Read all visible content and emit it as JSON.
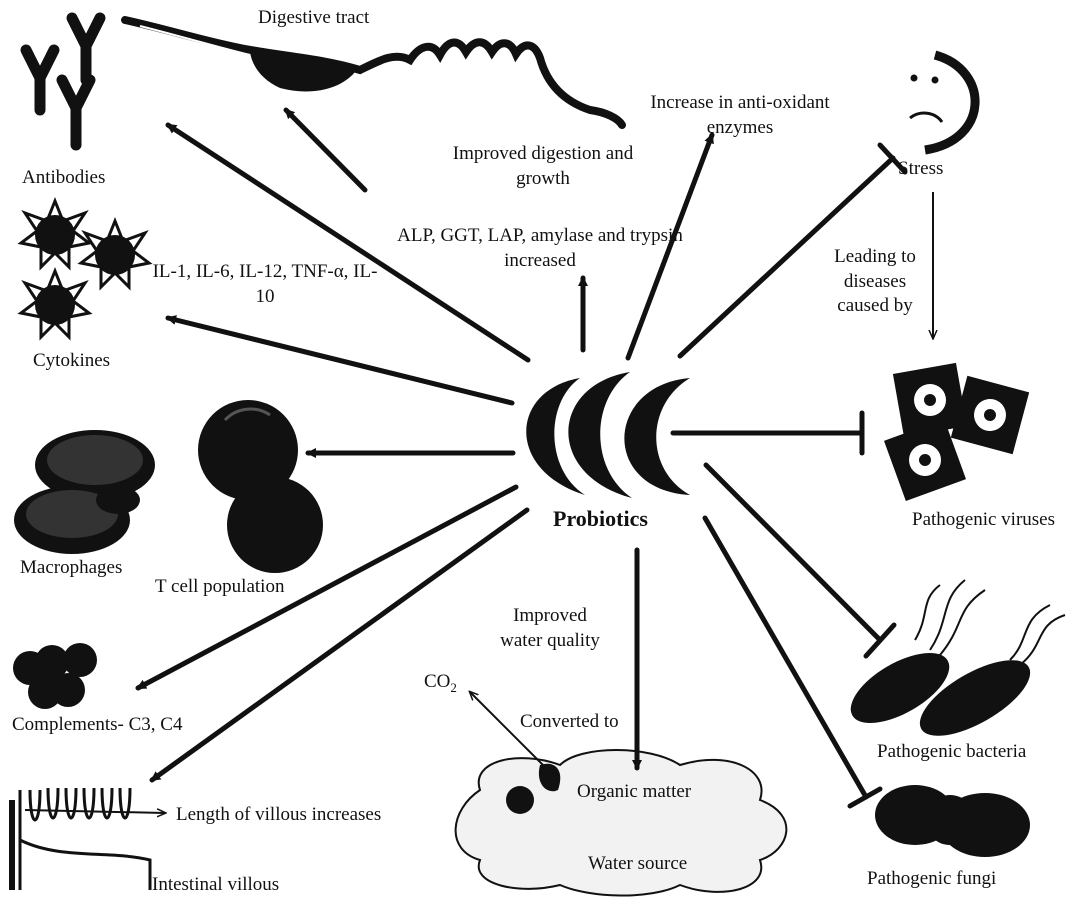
{
  "colors": {
    "ink": "#111111",
    "paper": "#ffffff",
    "cloud": "#f2f2f2"
  },
  "center": {
    "label": "Probiotics"
  },
  "nodes": {
    "digestive_tract": "Digestive tract",
    "improved_digestion": "Improved digestion and growth",
    "enzymes": "ALP, GGT, LAP, amylase and trypsin increased",
    "antioxidant": "Increase in anti-oxidant enzymes",
    "stress": "Stress",
    "leading_to": "Leading to diseases caused by",
    "antibodies": "Antibodies",
    "interleukins": "IL-1, IL-6, IL-12, TNF-α, IL-10",
    "cytokines": "Cytokines",
    "macrophages": "Macrophages",
    "t_cell": "T cell population",
    "pathogenic_viruses": "Pathogenic viruses",
    "complements": "Complements- C3, C4",
    "villous_length": "Length of villous increases",
    "intestinal_villous": "Intestinal villous",
    "water_quality": "Improved water quality",
    "co2": "CO",
    "co2_sub": "2",
    "converted_to": "Converted to",
    "organic_matter": "Organic matter",
    "water_source": "Water source",
    "pathogenic_bacteria": "Pathogenic bacteria",
    "pathogenic_fungi": "Pathogenic fungi"
  }
}
